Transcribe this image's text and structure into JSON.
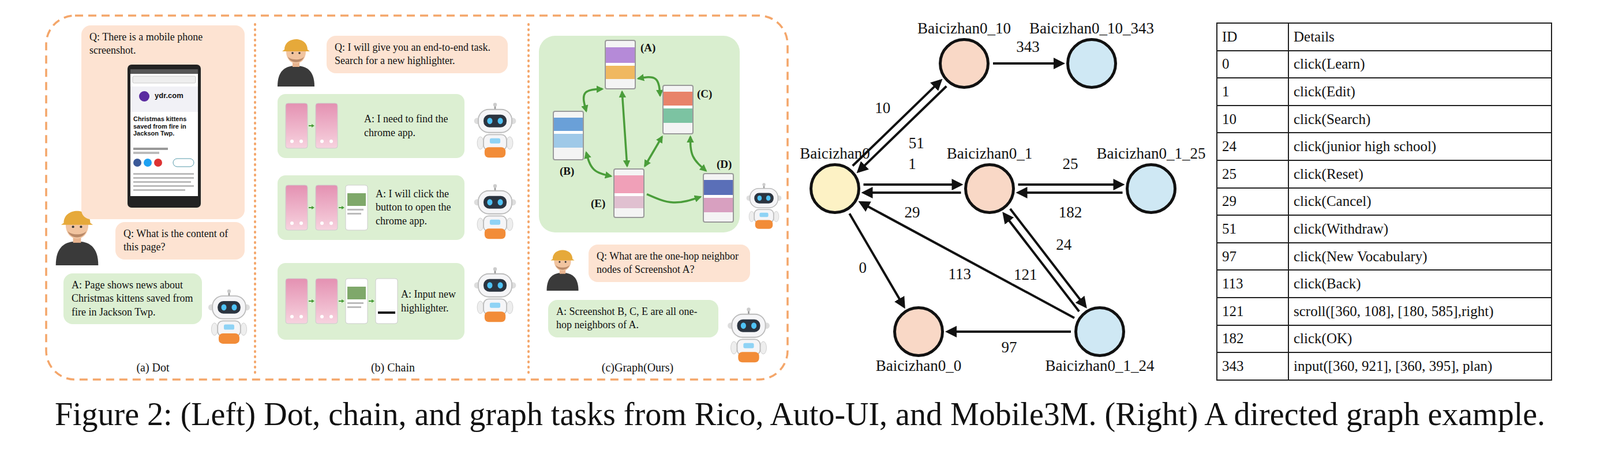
{
  "diagram": {
    "caption": "Figure 2: (Left) Dot, chain, and graph tasks from Rico, Auto-UI, and Mobile3M. (Right) A directed graph example.",
    "nodes": [
      {
        "text": [
          "Q: There is a mobile phone screenshot."
        ]
      },
      {
        "text": [
          "Q: What is the content of this page?"
        ]
      },
      {
        "text": [
          "A: Page shows news about Christmas kittens saved from fire in Jackson Twp."
        ]
      },
      {
        "text": [
          "Q: I will give you an end-to-end task. Search for a new highlighter."
        ]
      },
      {
        "text": [
          "A: I need to find the chrome app."
        ]
      },
      {
        "text": [
          "A: I will click the button to open the chrome app."
        ]
      },
      {
        "text": [
          "A: Input new highlighter."
        ]
      },
      {
        "text": [
          "(A)"
        ]
      },
      {
        "text": [
          "(B)"
        ]
      },
      {
        "text": [
          "(C)"
        ]
      },
      {
        "text": [
          "(D)"
        ]
      },
      {
        "text": [
          "(E)"
        ]
      },
      {
        "text": [
          "Q: What are the one-hop neighbor nodes of Screenshot A?"
        ]
      },
      {
        "text": [
          "A: Screenshot B, C, E are all one-hop neighbors of A."
        ]
      },
      {
        "text": [
          "Baicizhan0"
        ]
      },
      {
        "text": [
          "Baicizhan0_10"
        ]
      },
      {
        "text": [
          "Baicizhan0_10_343"
        ]
      },
      {
        "text": [
          "Baicizhan0_1"
        ]
      },
      {
        "text": [
          "Baicizhan0_1_25"
        ]
      },
      {
        "text": [
          "Baicizhan0_0"
        ]
      },
      {
        "text": [
          "Baicizhan0_1_24"
        ]
      }
    ],
    "edges": [
      {
        "from": 7,
        "to": 8,
        "arrow": "both"
      },
      {
        "from": 7,
        "to": 9,
        "arrow": "both"
      },
      {
        "from": 7,
        "to": 11,
        "arrow": "both"
      },
      {
        "from": 8,
        "to": 11,
        "arrow": "both"
      },
      {
        "from": 9,
        "to": 11,
        "arrow": "both"
      },
      {
        "from": 9,
        "to": 10,
        "arrow": "both"
      },
      {
        "from": 11,
        "to": 10,
        "arrow": "to"
      },
      {
        "from": 14,
        "to": 15,
        "label": "10",
        "arrow": "to"
      },
      {
        "from": 15,
        "to": 14,
        "label": "51",
        "arrow": "to"
      },
      {
        "from": 15,
        "to": 16,
        "label": "343",
        "arrow": "to"
      },
      {
        "from": 14,
        "to": 17,
        "label": "1",
        "arrow": "to"
      },
      {
        "from": 17,
        "to": 14,
        "label": "29",
        "arrow": "to"
      },
      {
        "from": 17,
        "to": 18,
        "label": "25",
        "arrow": "to"
      },
      {
        "from": 18,
        "to": 17,
        "label": "182",
        "arrow": "to"
      },
      {
        "from": 14,
        "to": 19,
        "label": "0",
        "arrow": "to"
      },
      {
        "from": 20,
        "to": 14,
        "label": "113",
        "arrow": "to"
      },
      {
        "from": 20,
        "to": 19,
        "label": "97",
        "arrow": "to"
      },
      {
        "from": 17,
        "to": 20,
        "label": "24",
        "arrow": "to"
      },
      {
        "from": 20,
        "to": 17,
        "label": "121",
        "arrow": "to"
      }
    ],
    "labels": [
      "(a) Dot",
      "(b) Chain",
      "(c)Graph(Ours)",
      "ydr.com",
      "Christmas kittens saved from fire in Jackson Twp.",
      "ID",
      "Details",
      "0",
      "click(Learn)",
      "1",
      "click(Edit)",
      "10",
      "click(Search)",
      "24",
      "click(junior high school)",
      "25",
      "click(Reset)",
      "29",
      "click(Cancel)",
      "51",
      "click(Withdraw)",
      "97",
      "click(New Vocabulary)",
      "113",
      "click(Back)",
      "121",
      "scroll([360, 108], [180, 585],right)",
      "182",
      "click(OK)",
      "343",
      "input([360, 921], [360, 395], plan)"
    ]
  }
}
